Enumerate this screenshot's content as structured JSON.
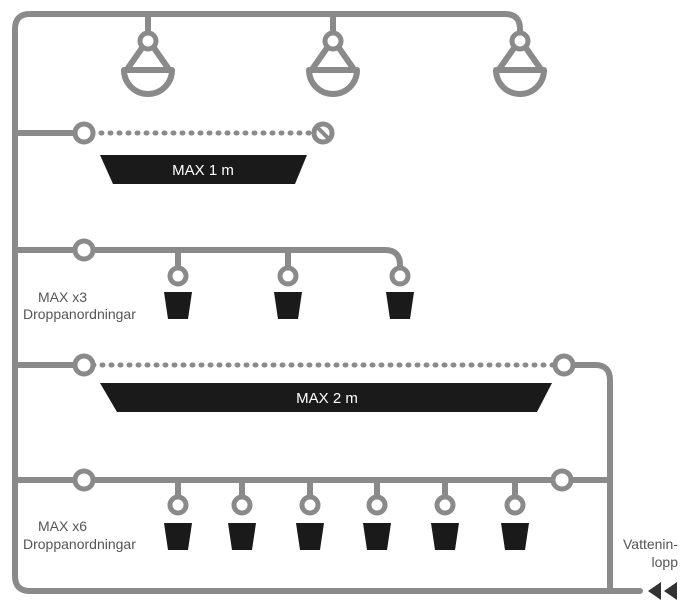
{
  "labels": {
    "max_1m": "MAX 1 m",
    "max_2m": "MAX 2 m",
    "max_x3": "MAX x3",
    "max_x6": "MAX x6",
    "droppanordningar": "Droppanordningar",
    "inlet_line1": "Vattenin-",
    "inlet_line2": "lopp"
  },
  "colors": {
    "pipe": "#8a8a8a",
    "dark": "#1a1a1a"
  },
  "icons": {
    "hanging_basket": "hanging-basket-icon",
    "pot": "pot-icon",
    "inlet": "double-left-arrow-icon"
  }
}
